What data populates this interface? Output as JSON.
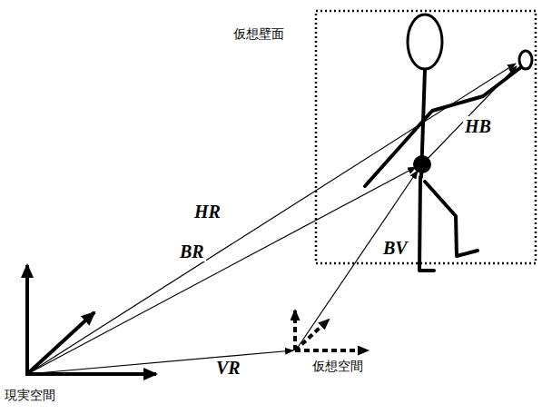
{
  "diagram": {
    "labels": [
      "仮想壁面",
      "HR",
      "HB",
      "BR",
      "BV",
      "VR",
      "仮想空間",
      "現実空間"
    ]
  }
}
